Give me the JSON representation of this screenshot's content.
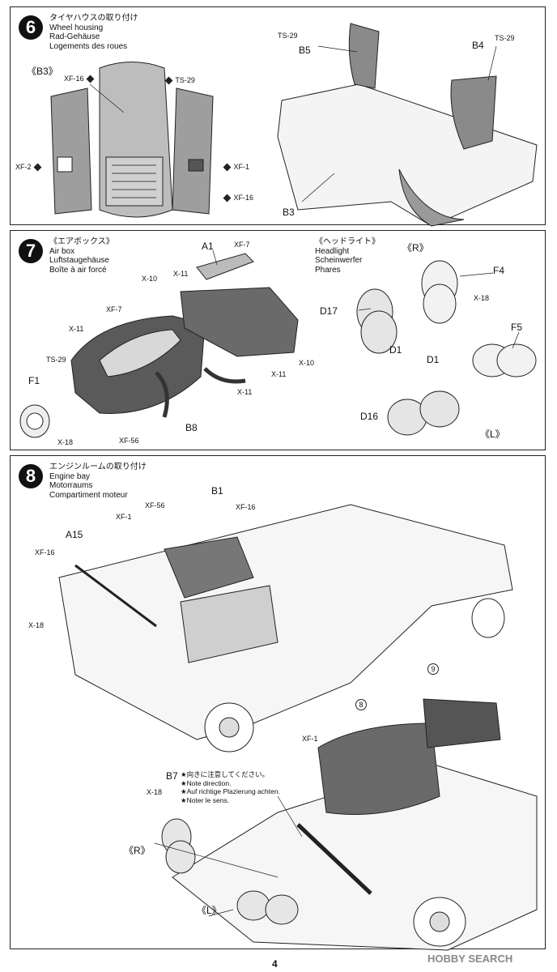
{
  "step6": {
    "number": "6",
    "title_ja": "タイヤハウスの取り付け",
    "title_en": "Wheel housing",
    "title_de": "Rad-Gehäuse",
    "title_fr": "Logements des roues",
    "view_label": "《B3》",
    "labels": {
      "xf16_top": "XF-16",
      "ts29_left": "TS-29",
      "xf2": "XF-2",
      "xf1": "XF-1",
      "xf16_right": "XF-16",
      "ts29_a": "TS-29",
      "b5": "B5",
      "b4": "B4",
      "ts29_b": "TS-29",
      "b3": "B3"
    }
  },
  "step7": {
    "number": "7",
    "title_ja": "《エアボックス》",
    "title_en": "Air box",
    "title_de": "Luftstaugehäuse",
    "title_fr": "Boîte à air forcé",
    "labels": {
      "a1": "A1",
      "xf7_top": "XF-7",
      "x10_a": "X-10",
      "x11_a": "X-11",
      "xf7_left": "XF-7",
      "x11_b": "X-11",
      "ts29": "TS-29",
      "f1": "F1",
      "x18": "X-18",
      "xf56": "XF-56",
      "b8": "B8",
      "x11_c": "X-11",
      "x11_d": "X-11",
      "x10_b": "X-10"
    },
    "headlight": {
      "title_ja": "《ヘッドライト》",
      "title_en": "Headlight",
      "title_de": "Scheinwerfer",
      "title_fr": "Phares",
      "r_label": "《R》",
      "l_label": "《L》",
      "f4": "F4",
      "x18": "X-18",
      "d17": "D17",
      "d1_a": "D1",
      "f5": "F5",
      "d1_b": "D1",
      "d16": "D16"
    }
  },
  "step8": {
    "number": "8",
    "title_ja": "エンジンルームの取り付け",
    "title_en": "Engine bay",
    "title_de": "Motorraums",
    "title_fr": "Compartiment moteur",
    "labels": {
      "b1": "B1",
      "xf56": "XF-56",
      "xf1_a": "XF-1",
      "xf16_a": "XF-16",
      "a15": "A15",
      "xf16_b": "XF-16",
      "x18_a": "X-18",
      "step9_ref": "9",
      "step8_ref": "8",
      "xf1_b": "XF-1",
      "b7": "B7",
      "x18_b": "X-18",
      "r_label": "《R》",
      "l_label": "《L》"
    },
    "notes": [
      "★向きに注意してください。",
      "★Note direction.",
      "★Auf richtige Plazierung achten.",
      "★Noter le sens."
    ]
  },
  "page_number": "4",
  "watermark": "HOBBY SEARCH"
}
